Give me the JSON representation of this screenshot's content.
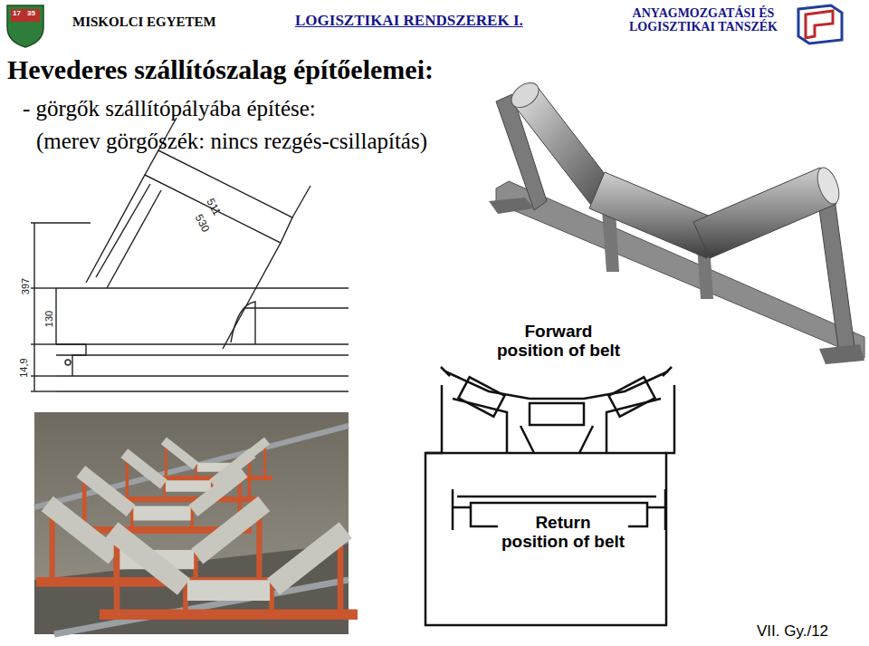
{
  "diagram": {
    "title": "Hevederes szállítószalag építőelemei:",
    "labels": [
      "MISKOLCI EGYETEM",
      "LOGISZTIKAI RENDSZEREK I.",
      "ANYAGMOZGATÁSI ÉS LOGISZTIKAI TANSZÉK",
      "- görgők szállítópályába építése:",
      "(merev görgőszék: nincs rezgés-csillapítás)",
      "511",
      "530",
      "397",
      "130",
      "14,9",
      "Forward position of belt",
      "Return position of belt",
      "VII. Gy./12",
      "17",
      "35"
    ]
  }
}
